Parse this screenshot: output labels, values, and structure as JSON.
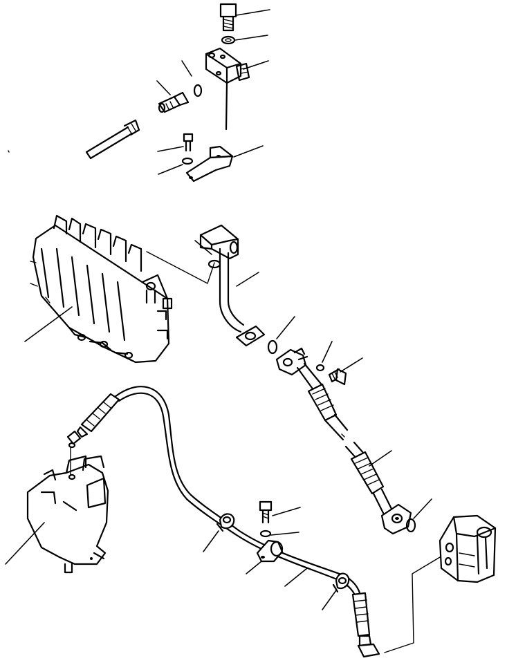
{
  "drawing": {
    "type": "exploded-parts-diagram",
    "text": "",
    "background": "#ffffff",
    "line_color": "#000000"
  },
  "parts": [
    "bolt",
    "spring-washer",
    "block",
    "o-ring",
    "connector",
    "pipe",
    "bolt",
    "washer",
    "bracket",
    "control-valve",
    "tube",
    "o-ring",
    "hose",
    "washer",
    "bolt",
    "hose",
    "o-ring",
    "pump",
    "clamp",
    "bolt",
    "washer",
    "clamp-bracket",
    "hose",
    "clamp",
    "valve-block",
    "elbow"
  ]
}
